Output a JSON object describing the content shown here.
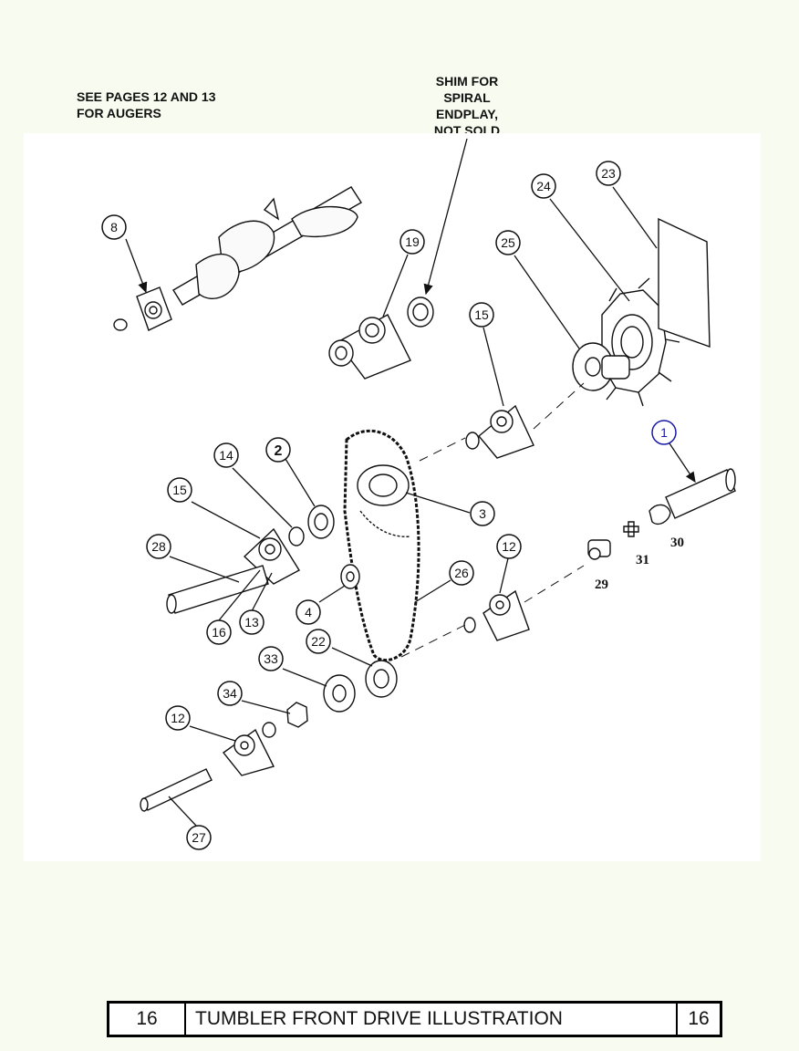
{
  "notes": {
    "augers_line1": "SEE PAGES 12 AND 13",
    "augers_line2": "FOR AUGERS",
    "shim_line1": "SHIM FOR",
    "shim_line2": "SPIRAL",
    "shim_line3": "ENDPLAY,",
    "shim_line4": "NOT SOLD"
  },
  "callouts": {
    "c8": "8",
    "c19": "19",
    "c24": "24",
    "c23": "23",
    "c25": "25",
    "c15a": "15",
    "c1": "1",
    "c14": "14",
    "c2": "2",
    "c15b": "15",
    "c3": "3",
    "c28": "28",
    "c12a": "12",
    "c26": "26",
    "c4": "4",
    "c16": "16",
    "c13": "13",
    "c22": "22",
    "c33": "33",
    "c34": "34",
    "c12b": "12",
    "c27": "27",
    "c29": "29",
    "c31": "31",
    "c30": "30"
  },
  "footer": {
    "page_left": "16",
    "title": "TUMBLER FRONT DRIVE ILLUSTRATION",
    "page_right": "16"
  },
  "colors": {
    "background": "#f8fbef",
    "panel": "#ffffff",
    "callout_1": "#1a1aa8"
  }
}
